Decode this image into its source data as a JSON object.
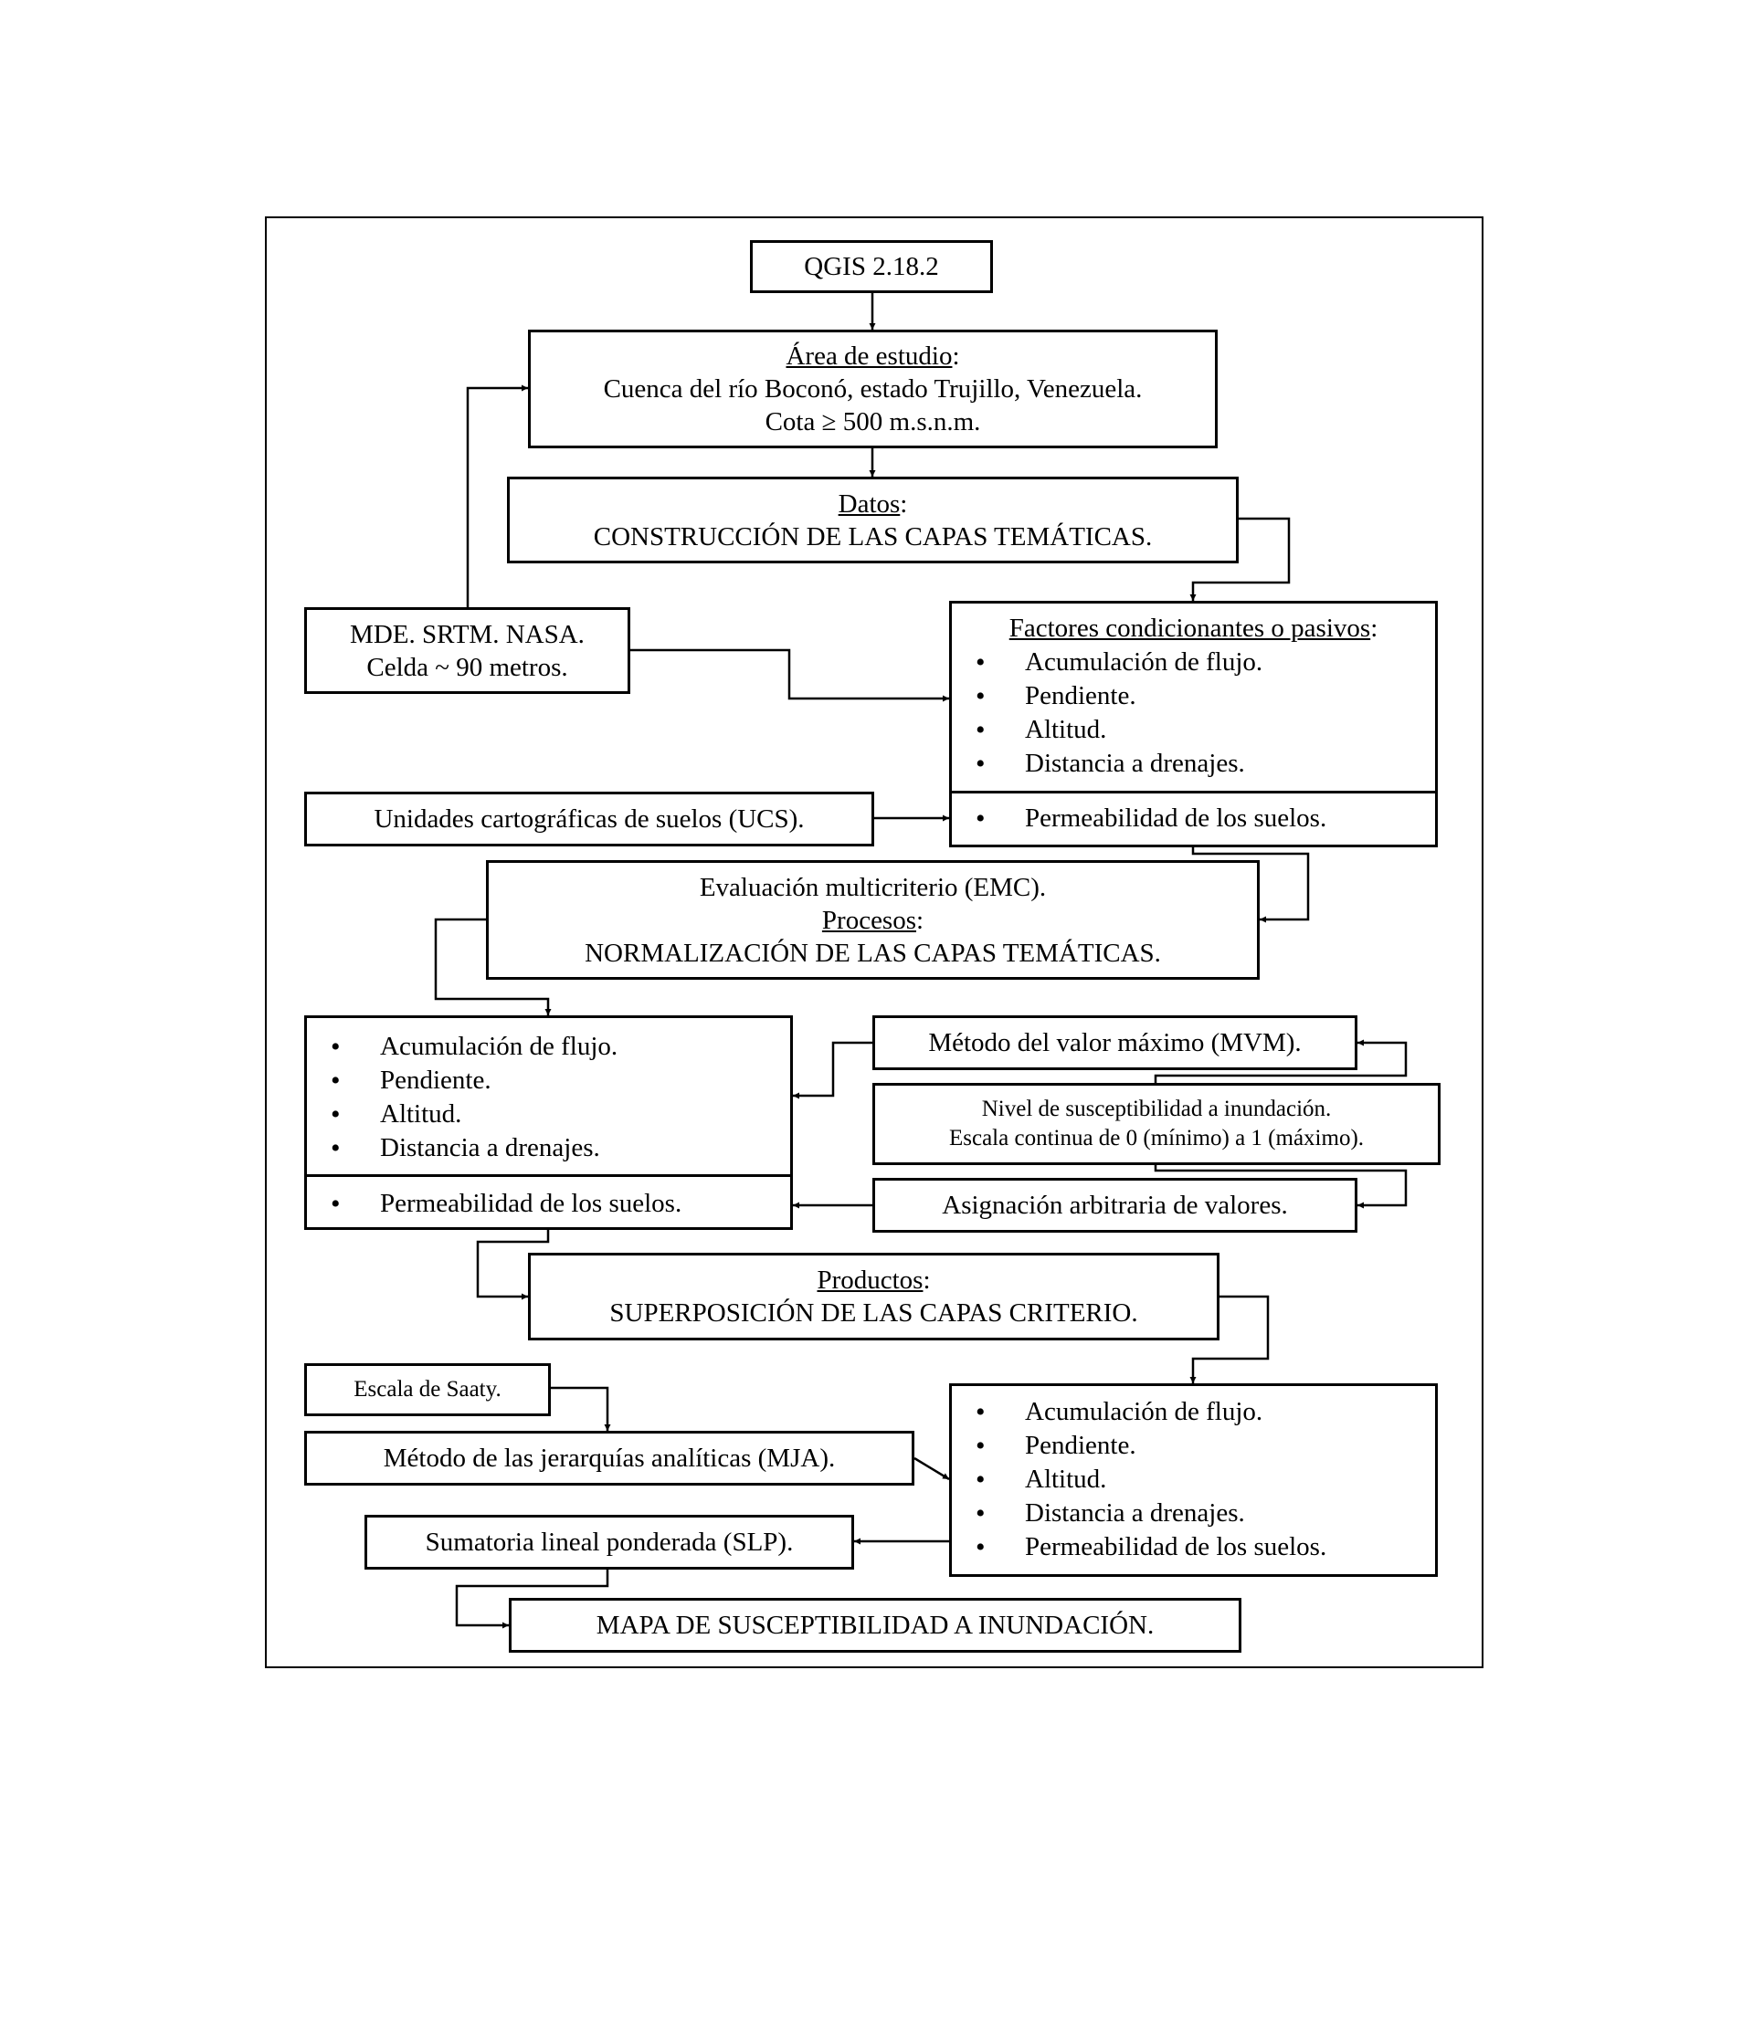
{
  "software": "QGIS 2.18.2",
  "area": {
    "heading": "Área de estudio",
    "colon": ":",
    "line1": "Cuenca del río Boconó, estado Trujillo, Venezuela.",
    "line2": "Cota ≥ 500 m.s.n.m."
  },
  "datos": {
    "heading": "Datos",
    "colon": ":",
    "line1": "CONSTRUCCIÓN DE LAS CAPAS TEMÁTICAS."
  },
  "mde": {
    "line1": "MDE. SRTM. NASA.",
    "line2": "Celda ~ 90 metros."
  },
  "factores": {
    "heading": "Factores condicionantes o pasivos",
    "colon": ":",
    "items": [
      "Acumulación de flujo.",
      "Pendiente.",
      "Altitud.",
      "Distancia a drenajes."
    ],
    "extra": "Permeabilidad de los suelos."
  },
  "ucs": "Unidades cartográficas de suelos (UCS).",
  "emc": {
    "line1": "Evaluación multicriterio (EMC).",
    "heading": "Procesos",
    "colon": ":",
    "line2": "NORMALIZACIÓN DE LAS CAPAS TEMÁTICAS."
  },
  "normalizados": {
    "items": [
      "Acumulación de flujo.",
      "Pendiente.",
      "Altitud.",
      "Distancia a drenajes."
    ],
    "extra": "Permeabilidad de los suelos."
  },
  "mvm": "Método del valor máximo (MVM).",
  "nivel": {
    "line1": "Nivel de susceptibilidad a inundación.",
    "line2": "Escala continua de 0 (mínimo) a 1 (máximo)."
  },
  "asignacion": "Asignación arbitraria de valores.",
  "productos": {
    "heading": "Productos",
    "colon": ":",
    "line1": "SUPERPOSICIÓN DE LAS CAPAS CRITERIO."
  },
  "saaty": "Escala de Saaty.",
  "mja": "Método de las jerarquías analíticas (MJA).",
  "criterios": {
    "items": [
      "Acumulación de flujo.",
      "Pendiente.",
      "Altitud.",
      "Distancia a drenajes.",
      "Permeabilidad de los suelos."
    ]
  },
  "slp": "Sumatoria lineal ponderada (SLP).",
  "mapa": "MAPA DE SUSCEPTIBILIDAD A INUNDACIÓN."
}
